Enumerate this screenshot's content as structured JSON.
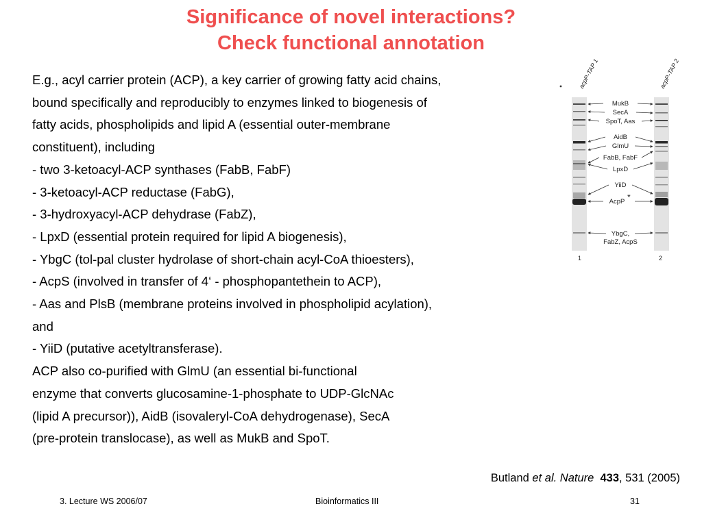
{
  "slide": {
    "title_line1": "Significance of novel interactions?",
    "title_line2": "Check functional annotation",
    "title_color": "#ef4f4f",
    "body_lines": [
      "E.g., acyl carrier protein (ACP), a key carrier of growing fatty acid chains,",
      "bound specifically and reproducibly to enzymes linked to biogenesis of",
      "fatty acids, phospholipids and lipid A (essential outer-membrane",
      "constituent), including",
      "- two 3-ketoacyl-ACP synthases (FabB, FabF)",
      "- 3-ketoacyl-ACP reductase (FabG),",
      "- 3-hydroxyacyl-ACP dehydrase (FabZ),",
      "- LpxD (essential protein required for lipid A biogenesis),",
      "- YbgC (tol-pal cluster hydrolase of short-chain acyl-CoA thioesters),",
      "- AcpS (involved in transfer of 4‘ - phosphopantethein to ACP),",
      "- Aas and PlsB (membrane proteins involved in phospholipid acylation),",
      "and",
      "- YiiD (putative acetyltransferase).",
      "ACP also co-purified with GlmU (an essential bi-functional",
      "enzyme that converts glucosamine-1-phosphate to UDP-GlcNAc",
      "(lipid A precursor)), AidB (isovaleryl-CoA dehydrogenase), SecA",
      "(pre-protein translocase), as well as MukB and SpoT."
    ],
    "figure": {
      "lane1_label": "acpP-TAP 1",
      "lane2_label": "acpP-TAP 2",
      "band_labels": [
        "MukB",
        "SecA",
        "SpoT, Aas",
        "AidB",
        "GlmU",
        "FabB, FabF",
        "LpxD",
        "YiiD",
        "AcpP",
        "YbgC,",
        "FabZ, AcpS"
      ],
      "asterisk": "*",
      "lane_numbers": [
        "1",
        "2"
      ]
    },
    "citation": {
      "author": "Butland ",
      "etal": "et al.",
      "journal": " Nature",
      "volume": "433",
      "rest": ", 531 (2005)"
    },
    "footer": {
      "left": "3. Lecture WS 2006/07",
      "center": "Bioinformatics III",
      "right": "31"
    }
  }
}
